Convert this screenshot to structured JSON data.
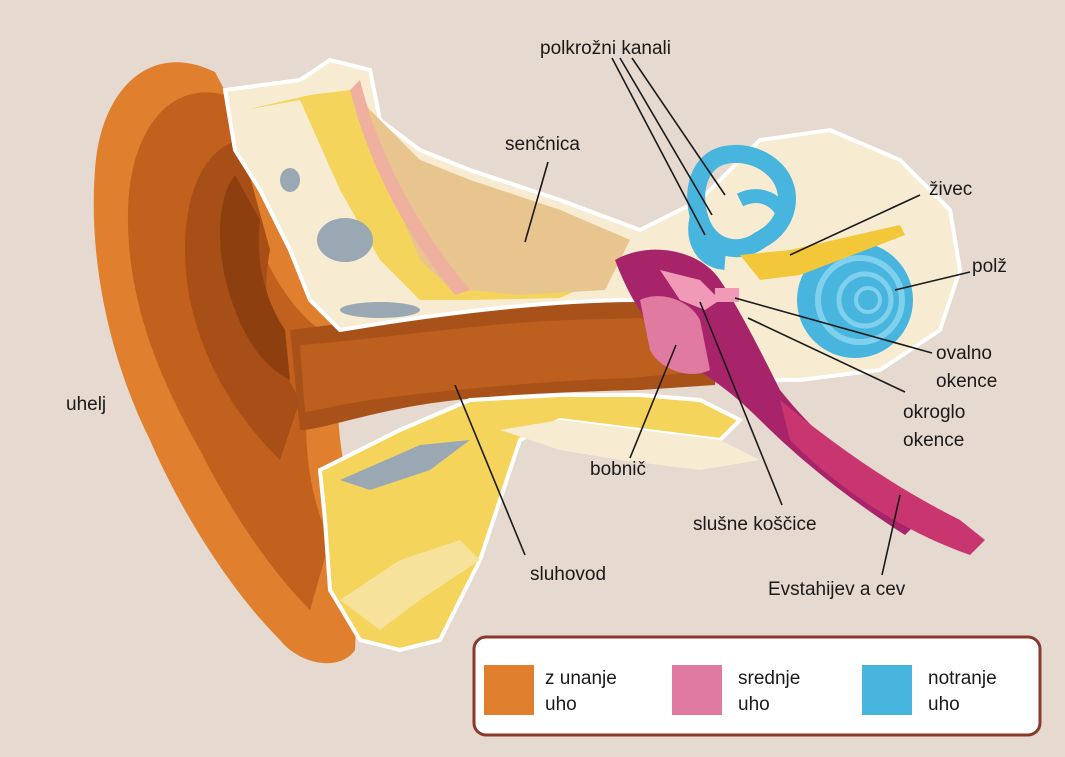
{
  "colors": {
    "background": "#e5d9d0",
    "outer_ear": "#e07f2e",
    "middle_ear": "#e07aa0",
    "inner_ear": "#47b5de",
    "bone": "#f4d45a",
    "legend_border": "#8a3a2a"
  },
  "labels": {
    "polkrozni_kanali": "polkrožni kanali",
    "sencnica": "senčnica",
    "zivec": "živec",
    "polz": "polž",
    "ovalno_1": "ovalno",
    "ovalno_2": "okence",
    "okroglo_1": "okroglo",
    "okroglo_2": "okence",
    "uhelj": "uhelj",
    "bobnic": "bobnič",
    "slusne_koscice": "slušne koščice",
    "sluhovod": "sluhovod",
    "evstahijeva_cev": "Evstahijev a cev"
  },
  "legend": {
    "items": [
      {
        "line1": "z unanje",
        "line2": "uho",
        "color": "#e07f2e"
      },
      {
        "line1": "srednje",
        "line2": "uho",
        "color": "#e07aa0"
      },
      {
        "line1": "notranje",
        "line2": "uho",
        "color": "#47b5de"
      }
    ]
  }
}
